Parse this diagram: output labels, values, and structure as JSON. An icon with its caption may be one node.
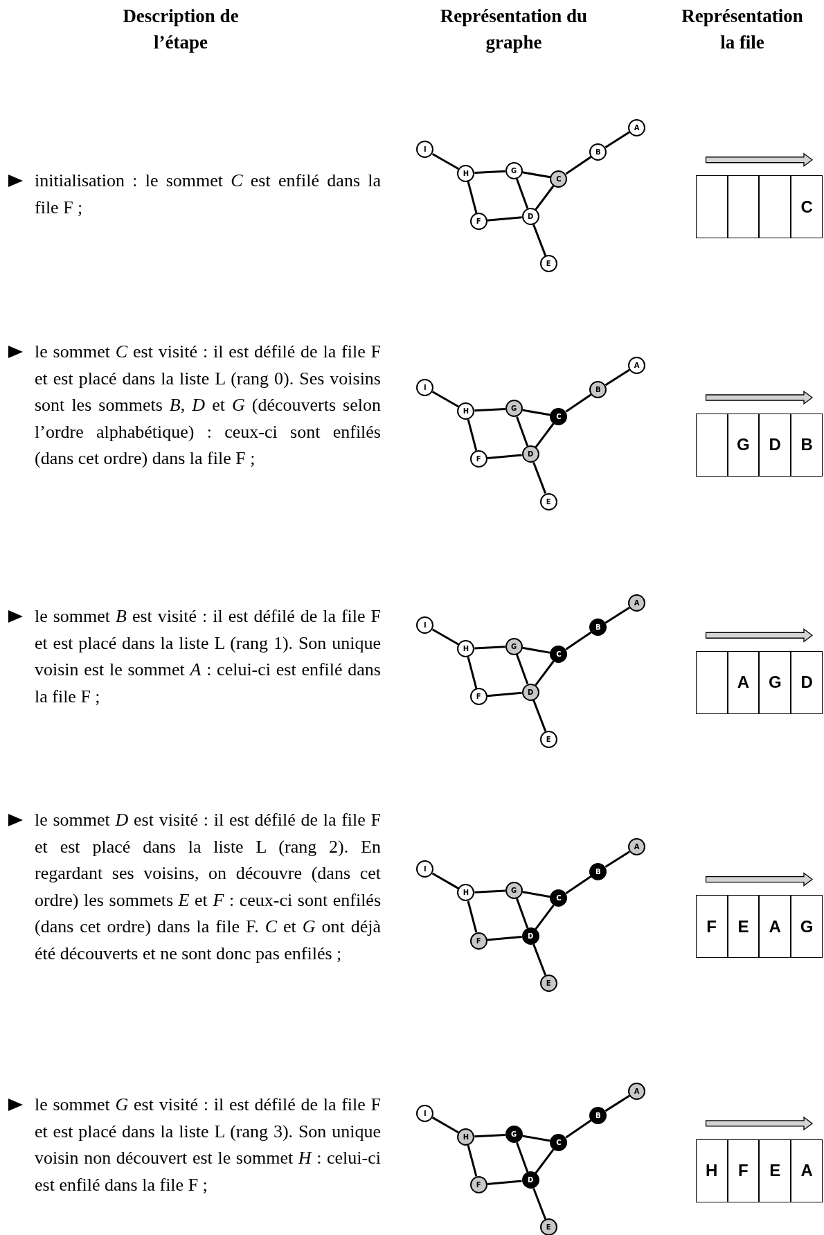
{
  "diagram": {
    "nodes": [
      {
        "text": [
          "A"
        ]
      },
      {
        "text": [
          "B"
        ]
      },
      {
        "text": [
          "C"
        ]
      },
      {
        "text": [
          "D"
        ]
      },
      {
        "text": [
          "E"
        ]
      },
      {
        "text": [
          "F"
        ]
      },
      {
        "text": [
          "G"
        ]
      },
      {
        "text": [
          "H"
        ]
      },
      {
        "text": [
          "I"
        ]
      },
      {
        "text": [],
        "shape": "box"
      },
      {
        "text": [],
        "shape": "box"
      },
      {
        "text": [],
        "shape": "box"
      },
      {
        "text": [
          "C"
        ]
      },
      {
        "text": [
          "A"
        ]
      },
      {
        "text": [
          "B"
        ]
      },
      {
        "text": [
          "C"
        ]
      },
      {
        "text": [
          "D"
        ]
      },
      {
        "text": [
          "E"
        ]
      },
      {
        "text": [
          "F"
        ]
      },
      {
        "text": [
          "G"
        ]
      },
      {
        "text": [
          "H"
        ]
      },
      {
        "text": [
          "I"
        ]
      },
      {
        "text": [],
        "shape": "box"
      },
      {
        "text": [
          "G"
        ]
      },
      {
        "text": [
          "D"
        ]
      },
      {
        "text": [
          "B"
        ]
      },
      {
        "text": [
          "A"
        ]
      },
      {
        "text": [
          "B"
        ]
      },
      {
        "text": [
          "C"
        ]
      },
      {
        "text": [
          "D"
        ]
      },
      {
        "text": [
          "E"
        ]
      },
      {
        "text": [
          "F"
        ]
      },
      {
        "text": [
          "G"
        ]
      },
      {
        "text": [
          "H"
        ]
      },
      {
        "text": [
          "I"
        ]
      },
      {
        "text": [],
        "shape": "box"
      },
      {
        "text": [
          "A"
        ]
      },
      {
        "text": [
          "G"
        ]
      },
      {
        "text": [
          "D"
        ]
      },
      {
        "text": [
          "A"
        ]
      },
      {
        "text": [
          "B"
        ]
      },
      {
        "text": [
          "C"
        ]
      },
      {
        "text": [
          "D"
        ]
      },
      {
        "text": [
          "E"
        ]
      },
      {
        "text": [
          "F"
        ]
      },
      {
        "text": [
          "G"
        ]
      },
      {
        "text": [
          "H"
        ]
      },
      {
        "text": [
          "I"
        ]
      },
      {
        "text": [
          "F"
        ]
      },
      {
        "text": [
          "E"
        ]
      },
      {
        "text": [
          "A"
        ]
      },
      {
        "text": [
          "G"
        ]
      },
      {
        "text": [
          "A"
        ]
      },
      {
        "text": [
          "B"
        ]
      },
      {
        "text": [
          "C"
        ]
      },
      {
        "text": [
          "D"
        ]
      },
      {
        "text": [
          "E"
        ]
      },
      {
        "text": [
          "F"
        ]
      },
      {
        "text": [
          "G"
        ]
      },
      {
        "text": [
          "H"
        ]
      },
      {
        "text": [
          "I"
        ]
      },
      {
        "text": [
          "H"
        ]
      },
      {
        "text": [
          "F"
        ]
      },
      {
        "text": [
          "E"
        ]
      },
      {
        "text": [
          "A"
        ]
      }
    ],
    "edges": [
      {
        "from": 8,
        "to": 7,
        "arrow": "none"
      },
      {
        "from": 7,
        "to": 6,
        "arrow": "none"
      },
      {
        "from": 7,
        "to": 5,
        "arrow": "none"
      },
      {
        "from": 5,
        "to": 3,
        "arrow": "none"
      },
      {
        "from": 6,
        "to": 3,
        "arrow": "none"
      },
      {
        "from": 6,
        "to": 2,
        "arrow": "none"
      },
      {
        "from": 2,
        "to": 3,
        "arrow": "none"
      },
      {
        "from": 2,
        "to": 1,
        "arrow": "none"
      },
      {
        "from": 1,
        "to": 0,
        "arrow": "none"
      },
      {
        "from": 3,
        "to": 4,
        "arrow": "none"
      },
      {
        "from": 21,
        "to": 20,
        "arrow": "none"
      },
      {
        "from": 20,
        "to": 19,
        "arrow": "none"
      },
      {
        "from": 20,
        "to": 18,
        "arrow": "none"
      },
      {
        "from": 18,
        "to": 16,
        "arrow": "none"
      },
      {
        "from": 19,
        "to": 16,
        "arrow": "none"
      },
      {
        "from": 19,
        "to": 15,
        "arrow": "none"
      },
      {
        "from": 15,
        "to": 16,
        "arrow": "none"
      },
      {
        "from": 15,
        "to": 14,
        "arrow": "none"
      },
      {
        "from": 14,
        "to": 13,
        "arrow": "none"
      },
      {
        "from": 16,
        "to": 17,
        "arrow": "none"
      },
      {
        "from": 34,
        "to": 33,
        "arrow": "none"
      },
      {
        "from": 33,
        "to": 32,
        "arrow": "none"
      },
      {
        "from": 33,
        "to": 31,
        "arrow": "none"
      },
      {
        "from": 31,
        "to": 29,
        "arrow": "none"
      },
      {
        "from": 32,
        "to": 29,
        "arrow": "none"
      },
      {
        "from": 32,
        "to": 28,
        "arrow": "none"
      },
      {
        "from": 28,
        "to": 29,
        "arrow": "none"
      },
      {
        "from": 28,
        "to": 27,
        "arrow": "none"
      },
      {
        "from": 27,
        "to": 26,
        "arrow": "none"
      },
      {
        "from": 29,
        "to": 30,
        "arrow": "none"
      },
      {
        "from": 47,
        "to": 46,
        "arrow": "none"
      },
      {
        "from": 46,
        "to": 45,
        "arrow": "none"
      },
      {
        "from": 46,
        "to": 44,
        "arrow": "none"
      },
      {
        "from": 44,
        "to": 42,
        "arrow": "none"
      },
      {
        "from": 45,
        "to": 42,
        "arrow": "none"
      },
      {
        "from": 45,
        "to": 41,
        "arrow": "none"
      },
      {
        "from": 41,
        "to": 42,
        "arrow": "none"
      },
      {
        "from": 41,
        "to": 40,
        "arrow": "none"
      },
      {
        "from": 40,
        "to": 39,
        "arrow": "none"
      },
      {
        "from": 42,
        "to": 43,
        "arrow": "none"
      },
      {
        "from": 60,
        "to": 59,
        "arrow": "none"
      },
      {
        "from": 59,
        "to": 58,
        "arrow": "none"
      },
      {
        "from": 59,
        "to": 57,
        "arrow": "none"
      },
      {
        "from": 57,
        "to": 55,
        "arrow": "none"
      },
      {
        "from": 58,
        "to": 55,
        "arrow": "none"
      },
      {
        "from": 58,
        "to": 54,
        "arrow": "none"
      },
      {
        "from": 54,
        "to": 55,
        "arrow": "none"
      },
      {
        "from": 54,
        "to": 53,
        "arrow": "none"
      },
      {
        "from": 53,
        "to": 52,
        "arrow": "none"
      },
      {
        "from": 55,
        "to": 56,
        "arrow": "none"
      }
    ],
    "labels": [
      "Description de l’étape",
      "Représentation du graphe",
      "Représentation la file",
      "initialisation : le sommet *C* est enfilé dans la file F ;",
      "le sommet *C* est visité : il est défilé de la file F et est placé dans la liste L (rang 0). Ses voisins sont les sommets *B*, *D* et *G* (découverts selon l’ordre alphabétique) : ceux-ci sont enfilés (dans cet ordre) dans la file F ;",
      "le sommet *B* est visité : il est défilé de la file F et est placé dans la liste L (rang 1). Son unique voisin est le sommet *A* : celui-ci est enfilé dans la file F ;",
      "le sommet *D* est visité : il est défilé de la file F et est placé dans la liste L (rang 2). En regardant ses voisins, on découvre (dans cet ordre) les sommets *E* et *F* : ceux-ci sont enfilés (dans cet ordre) dans la file F. *C* et *G* ont déjà été découverts et ne sont donc pas enfilés ;",
      "le sommet *G* est visité : il est défilé de la file F et est placé dans la liste L (rang 3). Son unique voisin non découvert est le sommet *H* : celui-ci est enfilé dans la file F ;"
    ]
  }
}
